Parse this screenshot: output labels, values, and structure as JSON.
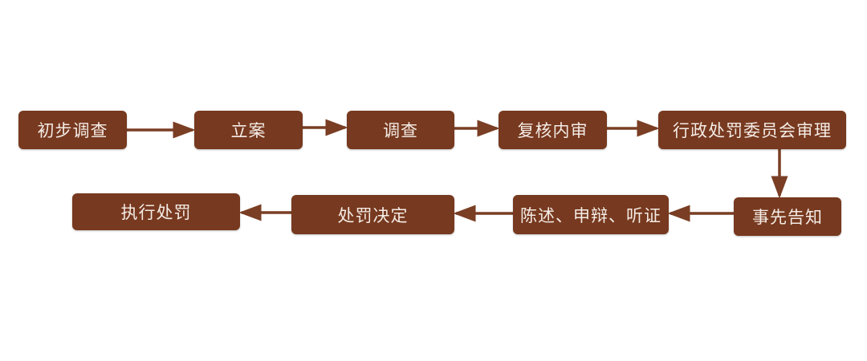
{
  "colors": {
    "box": "#77391f",
    "text": "#f4ece6",
    "arrow": "#7a3e24"
  },
  "steps": [
    {
      "label": "初步调查"
    },
    {
      "label": "立案"
    },
    {
      "label": "调查"
    },
    {
      "label": "复核内审"
    },
    {
      "label": "行政处罚委员会审理"
    },
    {
      "label": "事先告知"
    },
    {
      "label": "陈述、申辩、听证"
    },
    {
      "label": "处罚决定"
    },
    {
      "label": "执行处罚"
    }
  ]
}
